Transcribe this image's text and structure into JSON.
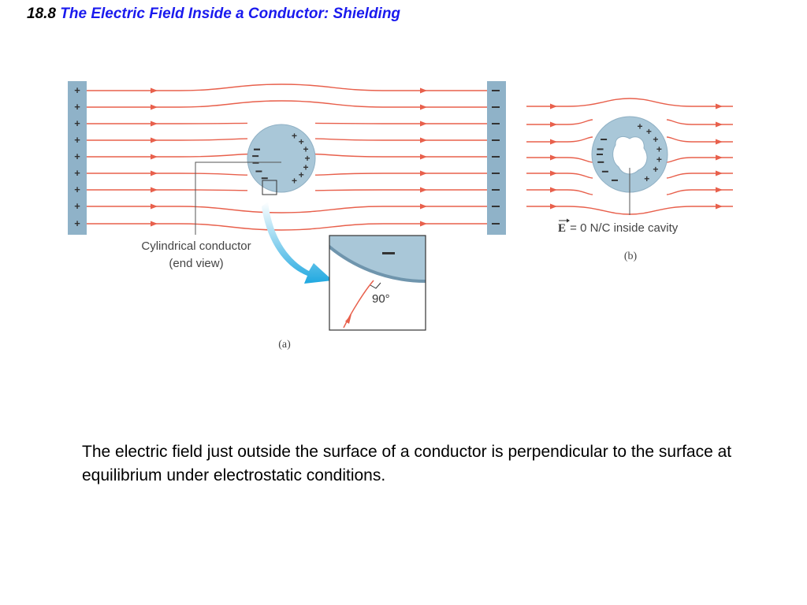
{
  "slide": {
    "section_number": "18.8",
    "title": "The Electric Field Inside a Conductor: Shielding"
  },
  "figure": {
    "panel_a": {
      "conductor_label_line1": "Cylindrical conductor",
      "conductor_label_line2": "(end view)",
      "angle_label": "90°",
      "sublabel": "(a)"
    },
    "panel_b": {
      "field_symbol": "E",
      "cavity_label": " = 0 N/C inside cavity",
      "sublabel": "(b)"
    },
    "colors": {
      "field_line": "#e8604c",
      "plate": "#8fb2c8",
      "conductor": "#a9c7d8",
      "callout_arrow": "#22aadd"
    }
  },
  "caption": "The electric field just outside the surface of a conductor is perpendicular to the surface at equilibrium under electrostatic conditions."
}
